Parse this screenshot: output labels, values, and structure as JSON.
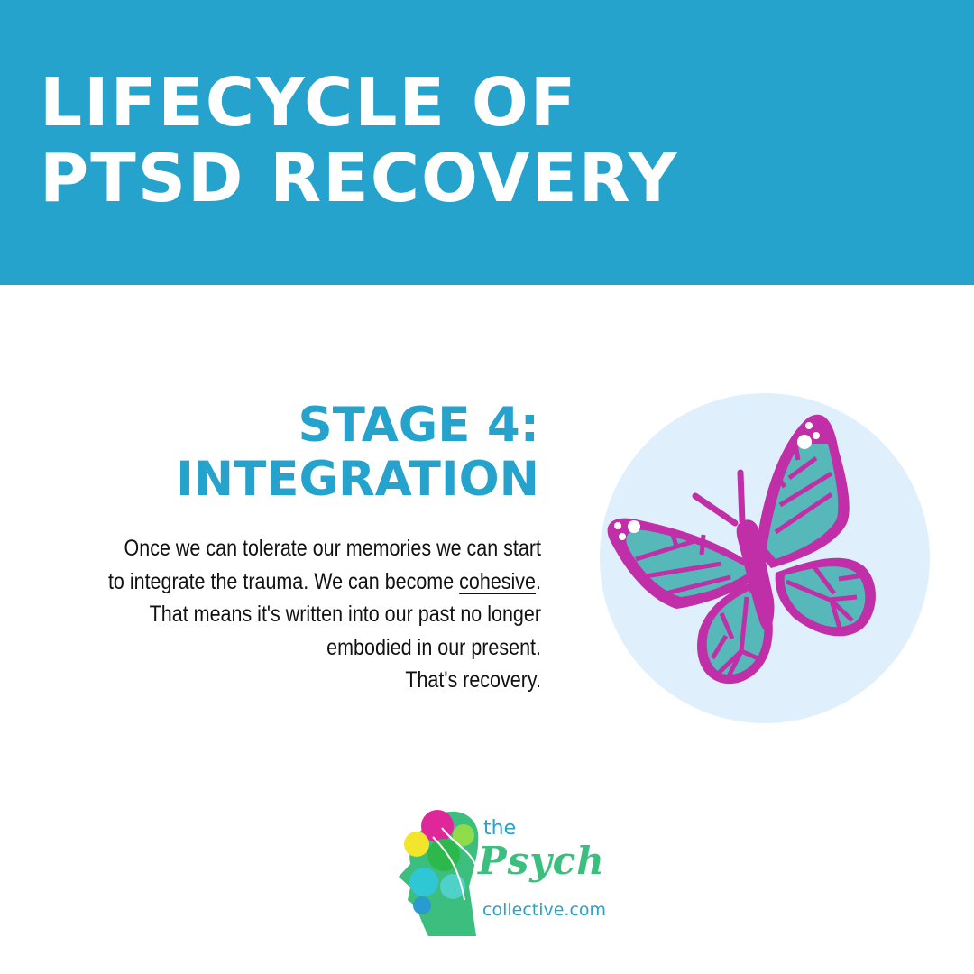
{
  "header": {
    "title_lines": [
      "LIFECYCLE OF",
      "PTSD RECOVERY"
    ],
    "background_color": "#25a3cc"
  },
  "stage": {
    "heading_lines": [
      "STAGE 4:",
      "INTEGRATION"
    ],
    "color": "#25a3cc"
  },
  "body": {
    "line1": "Once we can tolerate our memories we can start",
    "line2_before": "to integrate the trauma. We can become ",
    "line2_underlined": "cohesive",
    "line2_after": ".",
    "line3": "That means it's written into our past no longer",
    "line4": "embodied in our present.",
    "line5": "That's recovery."
  },
  "illustration": {
    "icon": "butterfly-icon",
    "circle_color": "#dff0fc",
    "wing_color": "#56b8b9",
    "outline_color": "#c12fa8"
  },
  "logo": {
    "word_the": "the",
    "word_psych": "Psych",
    "word_collective": "collective.com",
    "icon": "head-silhouette-logo-icon"
  }
}
